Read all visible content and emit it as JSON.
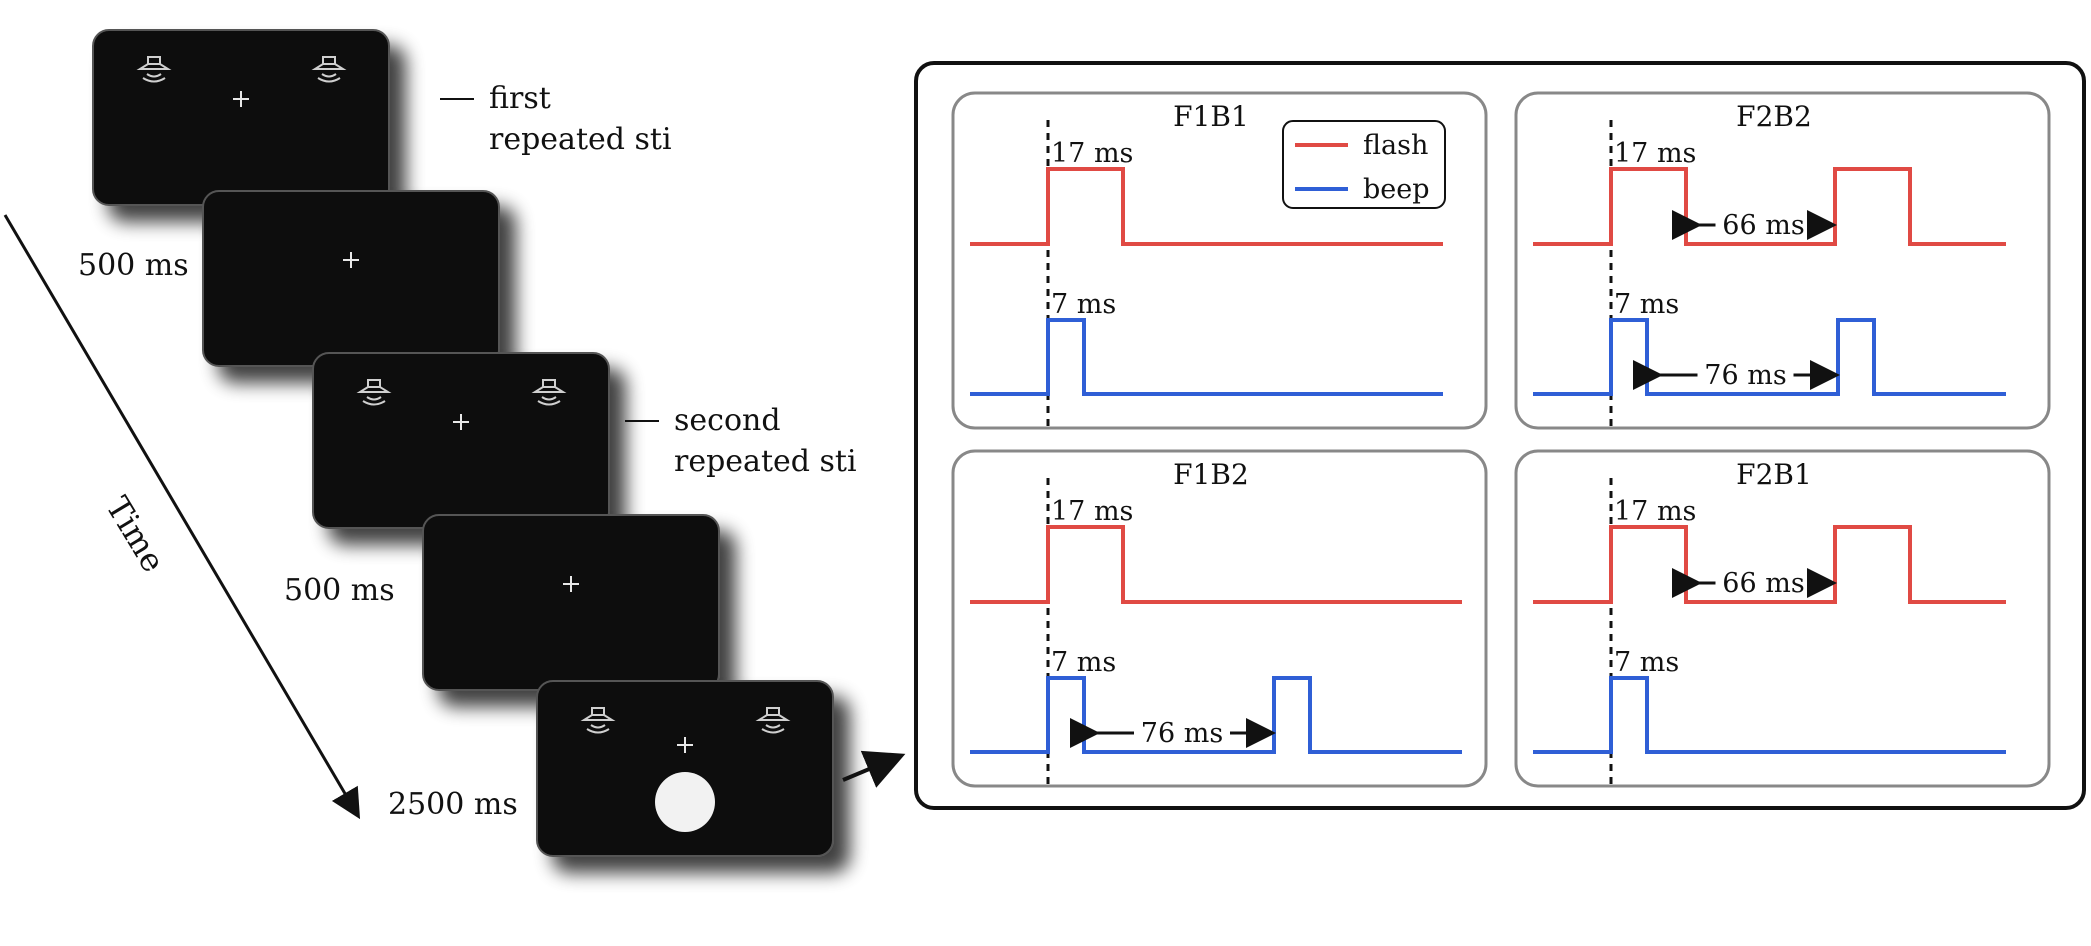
{
  "left": {
    "time_label": "Time",
    "screens": [
      {
        "id": "s1",
        "speakers": true,
        "target": false,
        "duration": "",
        "caption": [
          "first",
          "repeated sti"
        ]
      },
      {
        "id": "s2",
        "speakers": false,
        "target": false,
        "duration": "500 ms",
        "caption": []
      },
      {
        "id": "s3",
        "speakers": true,
        "target": false,
        "duration": "",
        "caption": [
          "second",
          "repeated sti"
        ]
      },
      {
        "id": "s4",
        "speakers": false,
        "target": false,
        "duration": "500 ms",
        "caption": []
      },
      {
        "id": "s5",
        "speakers": true,
        "target": true,
        "duration": "2500 ms",
        "caption": []
      }
    ]
  },
  "right": {
    "colors": {
      "flash": "#e04a44",
      "beep": "#2f5fd6",
      "frame": "#888888",
      "outer": "#111111"
    },
    "legend": [
      {
        "label": "flash",
        "key": "flash"
      },
      {
        "label": "beep",
        "key": "beep"
      }
    ],
    "panels": [
      {
        "id": "F1B1",
        "title": "F1B1",
        "flash_pulses": 1,
        "beep_pulses": 1,
        "flash_width": "17 ms",
        "beep_width": "7 ms",
        "flash_gap": "",
        "beep_gap": "",
        "legend": true
      },
      {
        "id": "F2B2",
        "title": "F2B2",
        "flash_pulses": 2,
        "beep_pulses": 2,
        "flash_width": "17 ms",
        "beep_width": "7 ms",
        "flash_gap": "66 ms",
        "beep_gap": "76 ms",
        "legend": false
      },
      {
        "id": "F1B2",
        "title": "F1B2",
        "flash_pulses": 1,
        "beep_pulses": 2,
        "flash_width": "17 ms",
        "beep_width": "7 ms",
        "flash_gap": "",
        "beep_gap": "76 ms",
        "legend": false
      },
      {
        "id": "F2B1",
        "title": "F2B1",
        "flash_pulses": 2,
        "beep_pulses": 1,
        "flash_width": "17 ms",
        "beep_width": "7 ms",
        "flash_gap": "66 ms",
        "beep_gap": "",
        "legend": false
      }
    ]
  }
}
